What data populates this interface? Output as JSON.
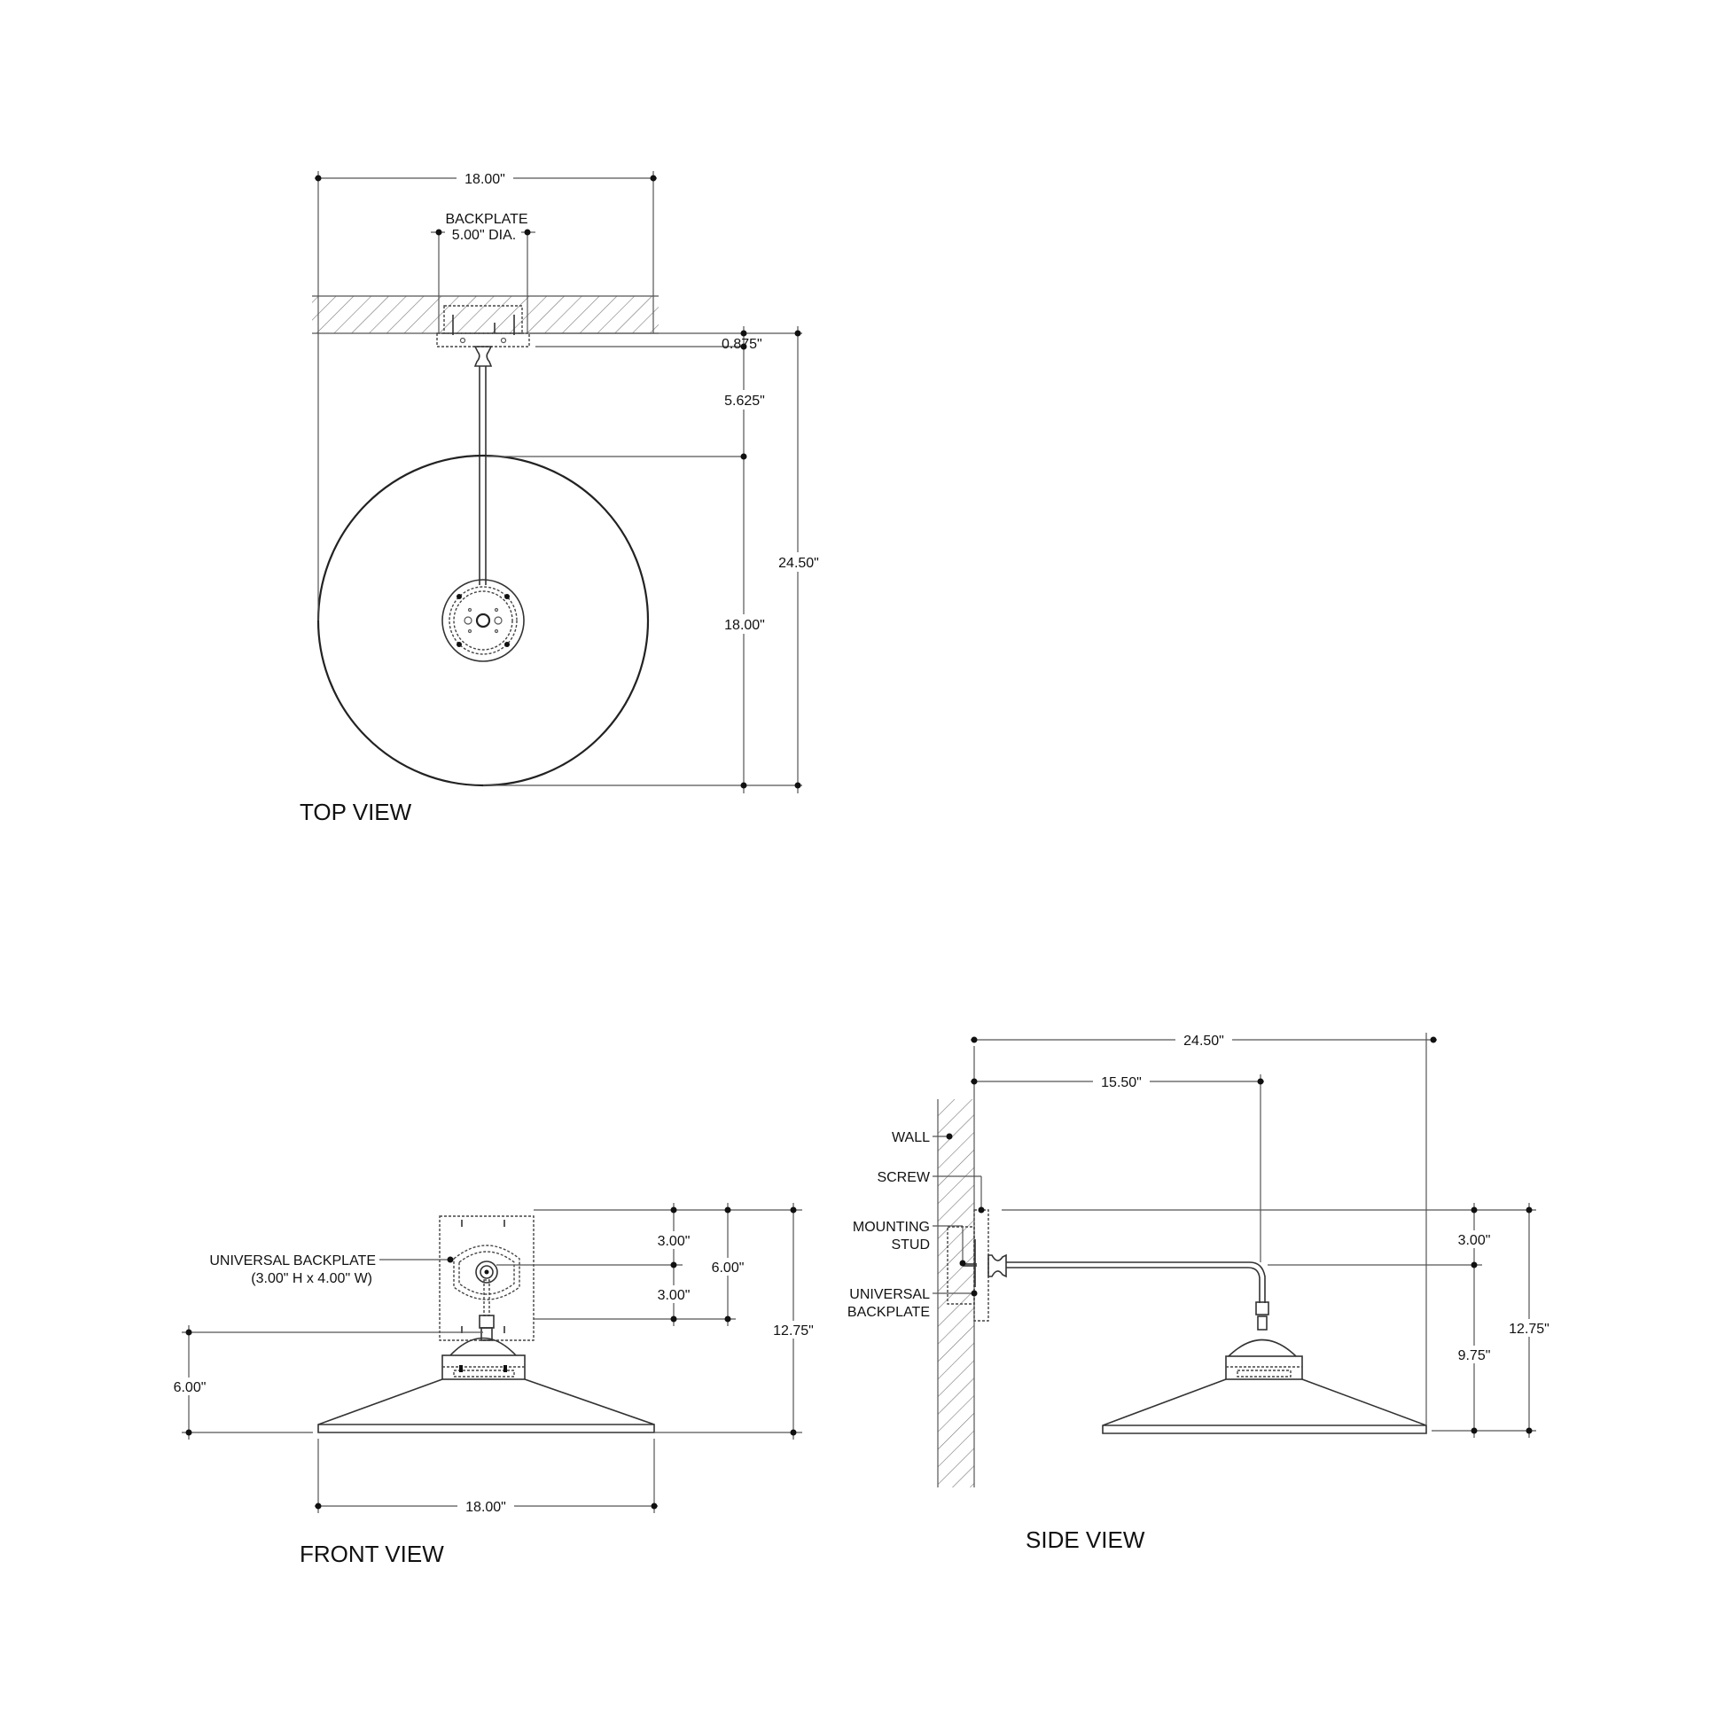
{
  "drawing": {
    "colors": {
      "line": "#333333",
      "background": "#ffffff",
      "text": "#111111"
    },
    "top_view": {
      "title": "TOP VIEW",
      "dims": {
        "overall_width": "18.00\"",
        "backplate_label": "BACKPLATE",
        "backplate_dia": "5.00\" DIA.",
        "plate_depth": "0.875\"",
        "stem_length": "5.625\"",
        "shade_dia": "18.00\"",
        "overall_projection": "24.50\""
      }
    },
    "front_view": {
      "title": "FRONT VIEW",
      "callouts": {
        "backplate_line1": "UNIVERSAL BACKPLATE",
        "backplate_line2": "(3.00\" H x 4.00\" W)"
      },
      "dims": {
        "upper_half": "3.00\"",
        "lower_half": "3.00\"",
        "backplate_height": "6.00\"",
        "overall_height": "12.75\"",
        "shade_height": "6.00\"",
        "shade_width": "18.00\""
      }
    },
    "side_view": {
      "title": "SIDE VIEW",
      "callouts": {
        "wall": "WALL",
        "screw": "SCREW",
        "stud_line1": "MOUNTING",
        "stud_line2": "STUD",
        "backplate_line1": "UNIVERSAL",
        "backplate_line2": "BACKPLATE"
      },
      "dims": {
        "overall_projection": "24.50\"",
        "arm_projection": "15.50\"",
        "top_offset": "3.00\"",
        "arm_to_bottom": "9.75\"",
        "overall_height": "12.75\""
      }
    }
  }
}
